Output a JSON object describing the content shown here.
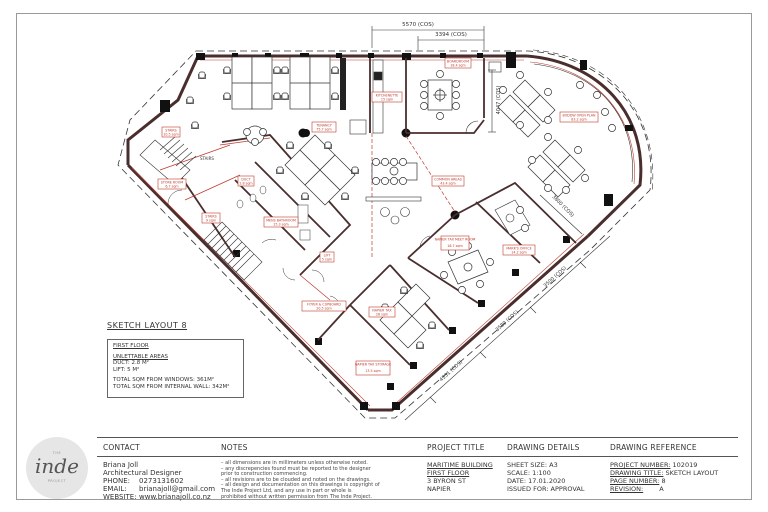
{
  "layout": {
    "title": "SKETCH LAYOUT 8",
    "area_summary": {
      "floor": "FIRST FLOOR",
      "unlettable_heading": "UNLETTABLE AREAS",
      "duct": "DUCT: 2.8 M²",
      "lift": "LIFT: 5 M²",
      "total_windows": "TOTAL SQM FROM WINDOWS: 361M²",
      "total_internal": "TOTAL SQM FROM INTERNAL WALL: 342M²"
    }
  },
  "dimensions": {
    "top_outer": "5570 (COS)",
    "top_inner": "3394 (COS)",
    "boardroom_depth": "4047 (COS)",
    "marks_office": "3800 (COS)",
    "diag_1": "3500 (COS)",
    "diag_2": "3589 (COS)",
    "diag_3": "4331 (COS)"
  },
  "rooms": [
    {
      "name": "KITCHENETTE",
      "area": "15 sqm"
    },
    {
      "name": "BOARDROOM",
      "area": "18.4 sqm"
    },
    {
      "name": "BODDW OPEN PLAN",
      "area": "83.2 sqm"
    },
    {
      "name": "TENANCY",
      "area": "75.7 sqm"
    },
    {
      "name": "STAIRS",
      "area": "10.5 sqm"
    },
    {
      "name": "STORE ROOM",
      "area": "6.7 sqm"
    },
    {
      "name": "DUCT",
      "area": "2.8 sqm"
    },
    {
      "name": "MENS BATHROOM",
      "area": "15.3 sqm"
    },
    {
      "name": "STAIRS",
      "area": "9 sqm"
    },
    {
      "name": "LIFT",
      "area": "5 sqm"
    },
    {
      "name": "COMMON AREAS",
      "area": "43.4 sqm"
    },
    {
      "name": "NAPIER TAX MEET ROOM",
      "area": "16.7 sqm"
    },
    {
      "name": "MARK'S OFFICE",
      "area": "14.2 sqm"
    },
    {
      "name": "FOYER & CUPBOARD",
      "area": "20.5 sqm"
    },
    {
      "name": "NAPIER TAX",
      "area": "26 sqm"
    },
    {
      "name": "NAPIER TAX STORAGE",
      "area": "13.5 sqm"
    }
  ],
  "plan_labels": {
    "stairs_text": "STAIRS"
  },
  "logo": {
    "top": "THE",
    "main": "inde",
    "bottom": "PROJECT"
  },
  "title_block": {
    "contact": {
      "heading": "CONTACT",
      "name": "Briana Joll",
      "role": "Architectural Designer",
      "phone_label": "PHONE:",
      "phone": "0273131602",
      "email_label": "EMAIL:",
      "email": "brianajoll@gmail.com",
      "website_label": "WEBSITE:",
      "website": "www.brianajoll.co.nz"
    },
    "notes": {
      "heading": "NOTES",
      "items": [
        "– all dimensions are in millimeters unless otherwise noted.",
        "– any discrepencies found must be reported to the designer",
        "   prior to construction commencing.",
        "– all revisions are to be clouded and noted on the drawings.",
        "– all design and documentation on this drawings is copyright of",
        "   The Inde Project Ltd, and any use in part or whole is",
        "   prohibited without written permission from The Inde Project."
      ]
    },
    "project": {
      "heading": "PROJECT TITLE",
      "line1": "MARITIME BUILDING",
      "line2": "FIRST FLOOR",
      "line3": "3 BYRON ST",
      "line4": "NAPIER"
    },
    "details": {
      "heading": "DRAWING DETAILS",
      "sheet": "SHEET SIZE: A3",
      "scale": "SCALE: 1:100",
      "date": "DATE: 17.01.2020",
      "issued": "ISSUED FOR: APPROVAL"
    },
    "reference": {
      "heading": "DRAWING REFERENCE",
      "project_number_label": "PROJECT NUMBER:",
      "project_number": "102019",
      "drawing_title_label": "DRAWING TITLE:",
      "drawing_title": "SKETCH LAYOUT",
      "page_number_label": "PAGE NUMBER:",
      "page_number": "8",
      "revision_label": "REVISION:",
      "revision": "A"
    }
  },
  "colors": {
    "wall": "#3a2a2a",
    "red_line": "#c0392b",
    "label_red": "#c0392b",
    "ink": "#333333"
  }
}
